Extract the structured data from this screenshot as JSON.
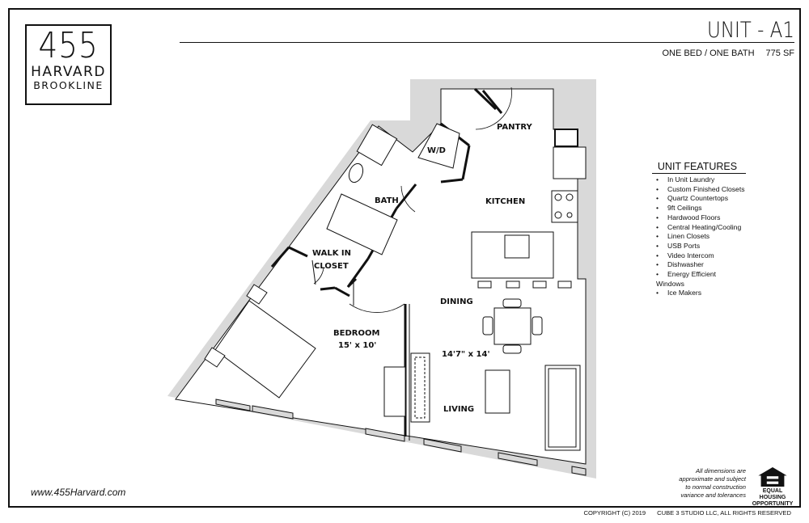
{
  "logo": {
    "number": "455",
    "line2": "HARVARD",
    "line3": "BROOKLINE"
  },
  "header": {
    "title": "UNIT - A1",
    "unit_type": "ONE BED / ONE BATH",
    "area": "775 SF"
  },
  "features": {
    "heading": "UNIT FEATURES",
    "items": [
      "In Unit Laundry",
      "Custom Finished Closets",
      "Quartz Countertops",
      "9ft Ceilings",
      "Hardwood Floors",
      "Central Heating/Cooling",
      "Linen Closets",
      "USB Ports",
      "Video Intercom",
      "Dishwasher",
      "Energy Efficient Windows",
      "Ice Makers"
    ]
  },
  "rooms": {
    "pantry": "PANTRY",
    "wd": "W/D",
    "bath": "BATH",
    "kitchen": "KITCHEN",
    "closet_1": "WALK IN",
    "closet_2": "CLOSET",
    "dining": "DINING",
    "bedroom": "BEDROOM",
    "bedroom_dim": "15' x 10'",
    "living_dim": "14'7\" x 14'",
    "living": "LIVING"
  },
  "footer": {
    "website": "www.455Harvard.com",
    "disclaimer_lines": [
      "All dimensions are",
      "approximate and subject",
      "to normal construction",
      "variance and tolerances"
    ],
    "eho_text": "EQUAL HOUSING OPPORTUNITY",
    "copyright": "COPYRIGHT (C) 2019",
    "rights": "CUBE 3 STUDIO LLC, ALL RIGHTS RESERVED"
  },
  "colors": {
    "wall": "#d9d9d9",
    "line": "#111111"
  }
}
